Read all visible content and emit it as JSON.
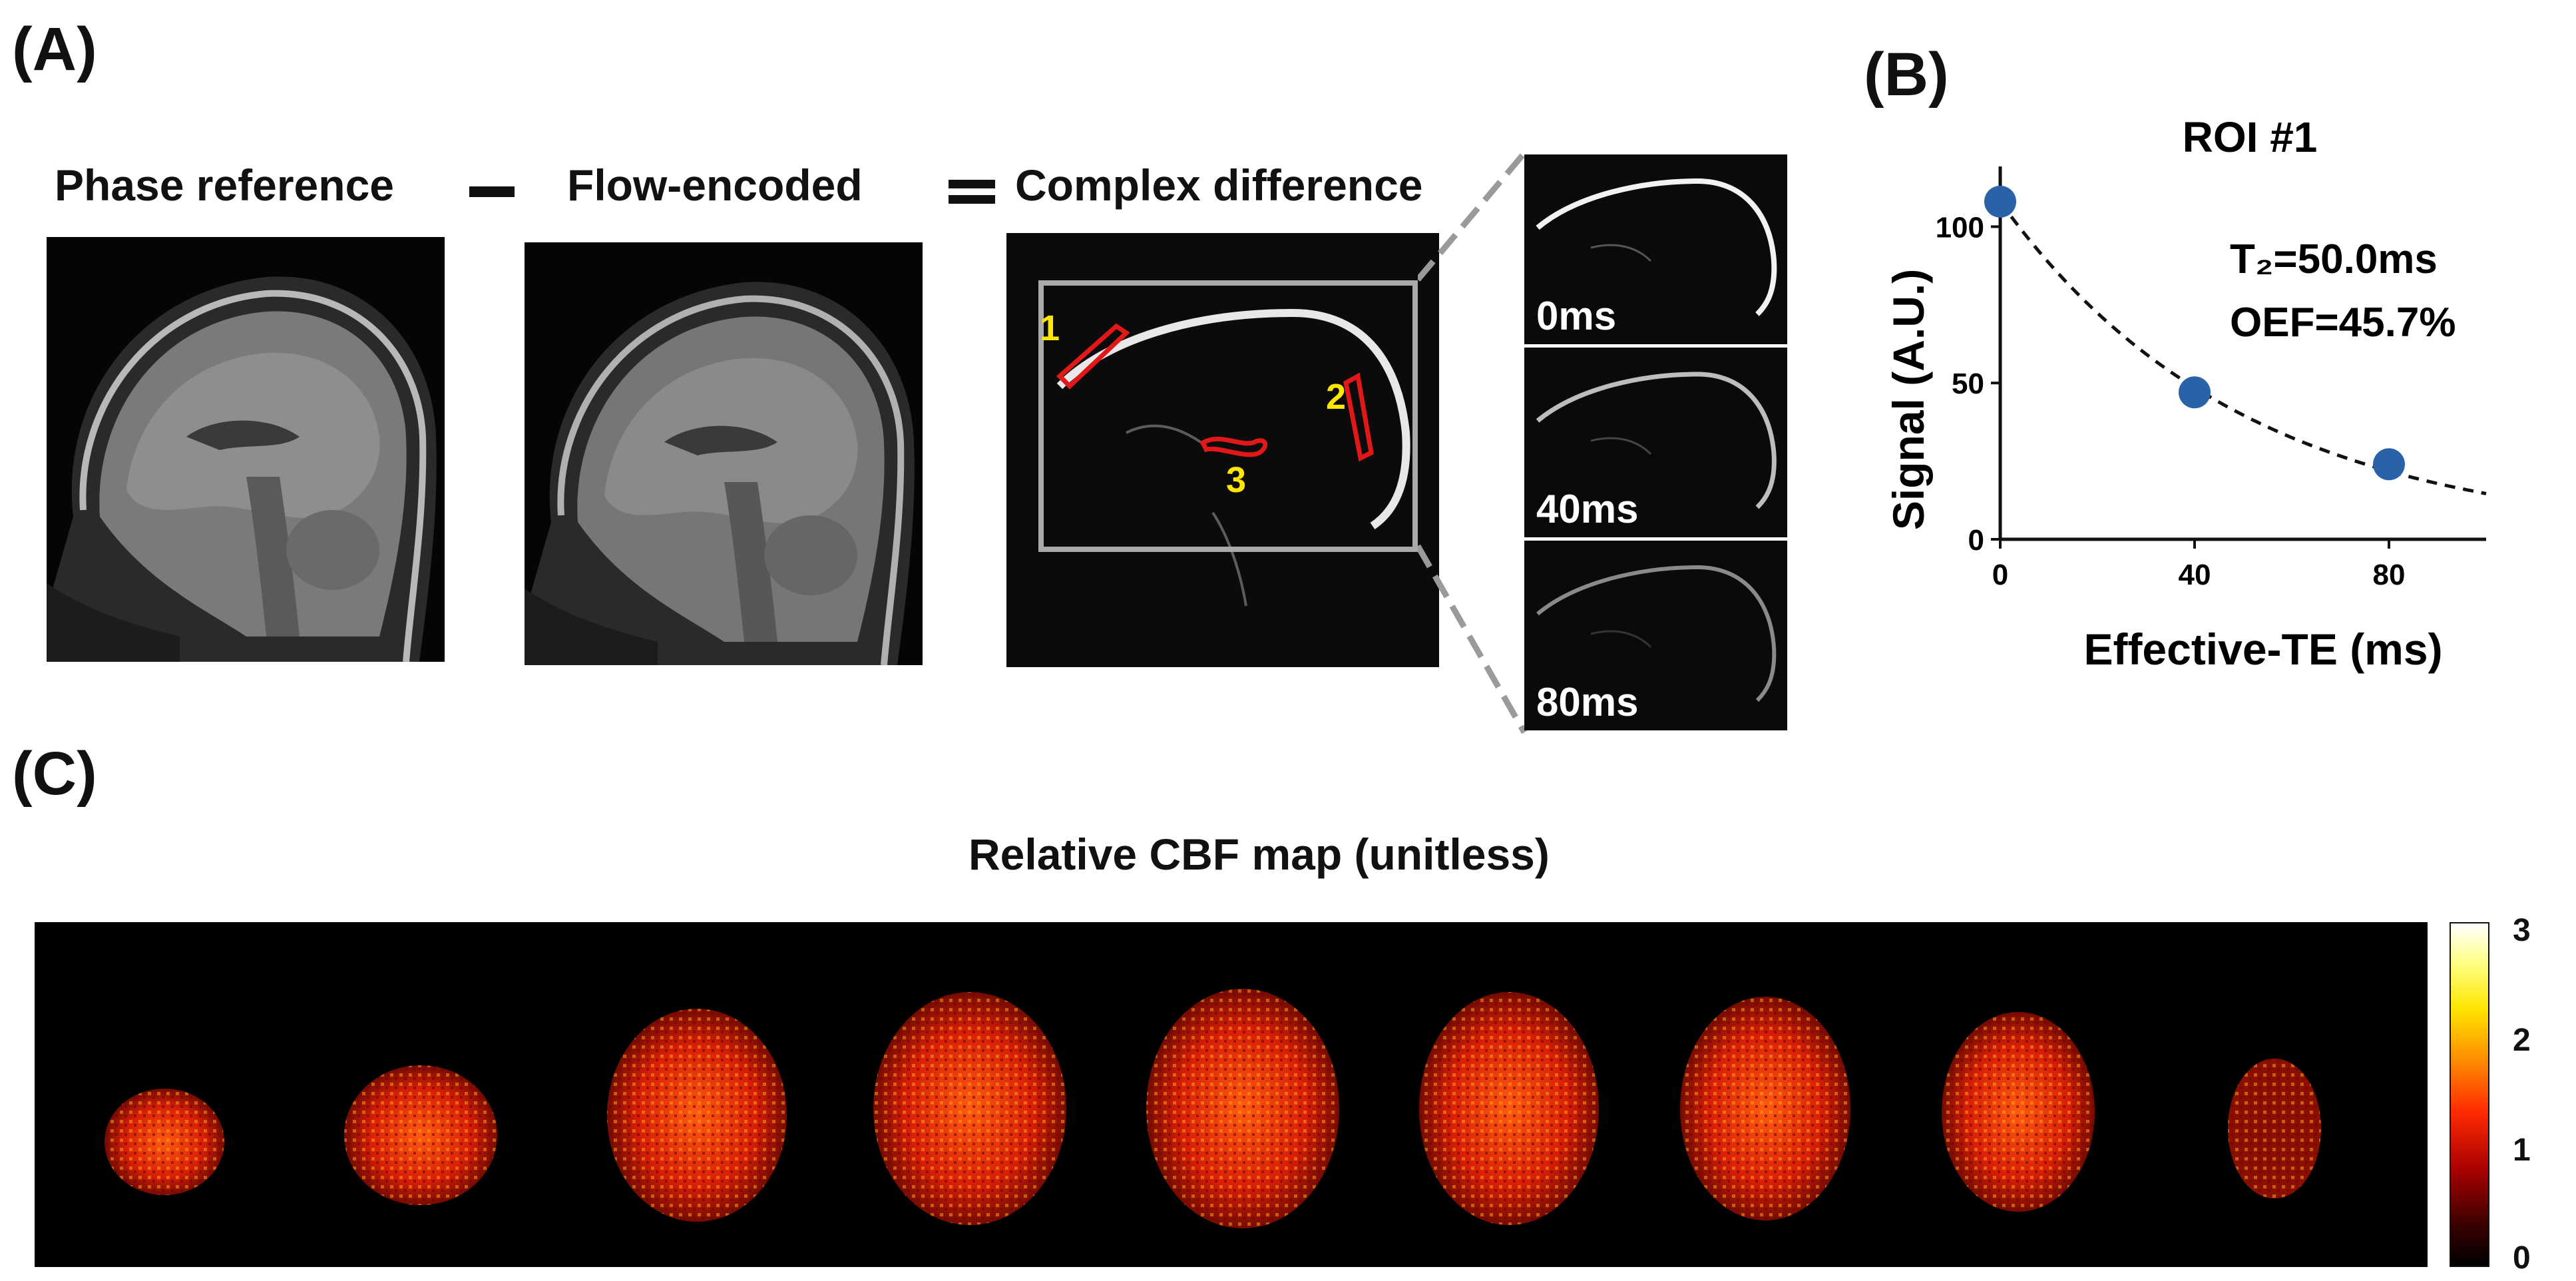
{
  "panel_a": {
    "label": "(A)",
    "phase_reference": "Phase reference",
    "flow_encoded": "Flow-encoded",
    "complex_difference": "Complex difference",
    "roi_labels": [
      "1",
      "2",
      "3"
    ],
    "thumbnails": [
      "0ms",
      "40ms",
      "80ms"
    ]
  },
  "panel_b": {
    "label": "(B)",
    "annotation_t2": "T₂=50.0ms",
    "annotation_oef": "OEF=45.7%"
  },
  "panel_c": {
    "label": "(C)",
    "title": "Relative CBF map (unitless)",
    "colorbar_ticks": [
      "3",
      "2",
      "1",
      "0"
    ]
  },
  "chart_data": {
    "type": "scatter",
    "title": "ROI #1",
    "xlabel": "Effective-TE (ms)",
    "ylabel": "Signal (A.U.)",
    "x": [
      0,
      40,
      80
    ],
    "y": [
      108,
      47,
      24
    ],
    "fit": {
      "style": "dashed",
      "model": "exponential decay",
      "T2_ms": 50.0
    },
    "xlim": [
      0,
      100
    ],
    "ylim": [
      0,
      115
    ],
    "xticks": [
      0,
      40,
      80
    ],
    "yticks": [
      0,
      50,
      100
    ],
    "marker_color": "#2a62a8"
  }
}
